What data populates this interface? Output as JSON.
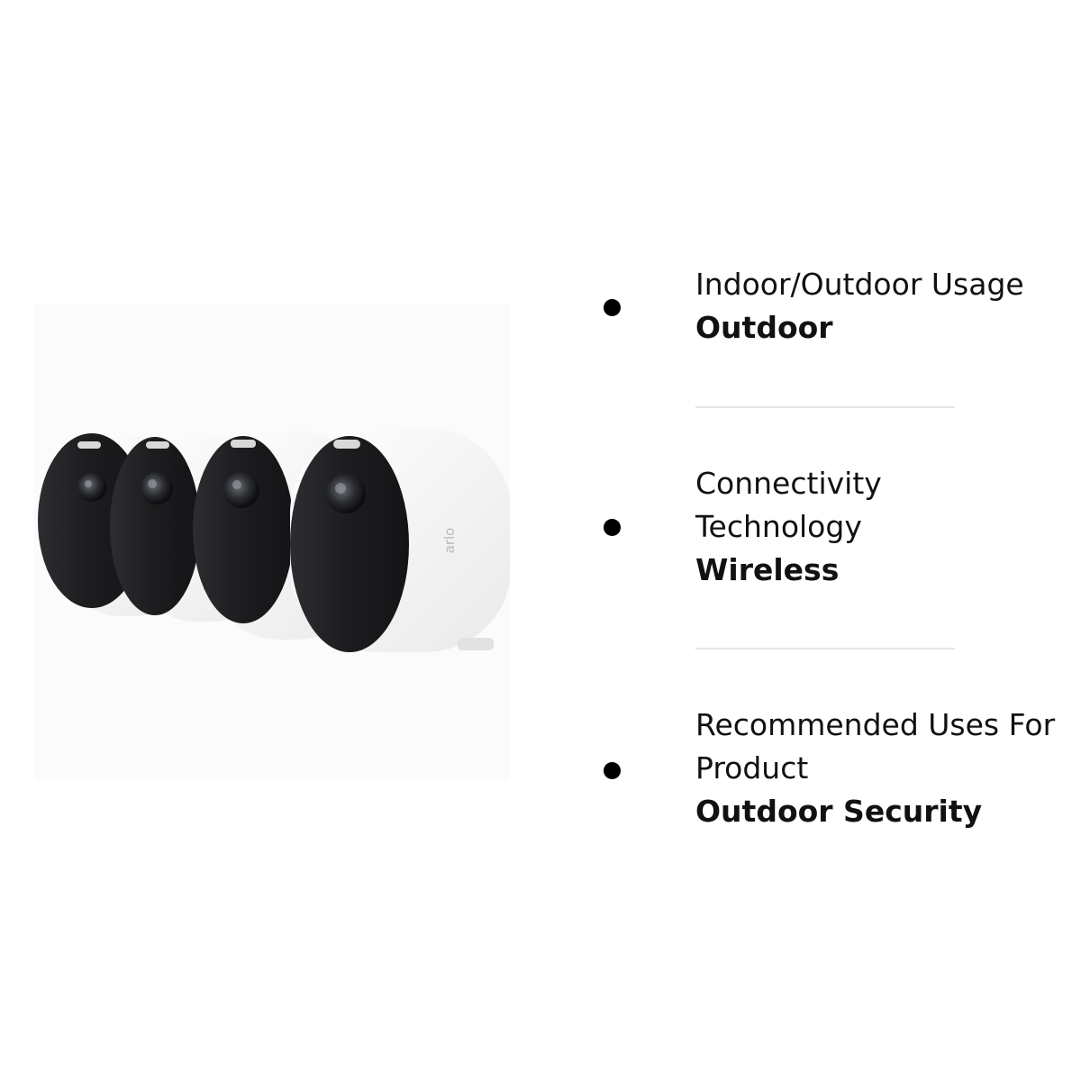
{
  "product": {
    "brand_mark": "arlo",
    "image_name": "four white security cameras"
  },
  "specs": [
    {
      "label": "Indoor/Outdoor Usage",
      "value": "Outdoor"
    },
    {
      "label": "Connectivity Technology",
      "value": "Wireless"
    },
    {
      "label": "Recommended Uses For Product",
      "value": "Outdoor Security"
    }
  ],
  "colors": {
    "camera_body": "#ffffff",
    "camera_face": "#1f1f21",
    "bullet": "#000000",
    "divider": "#e6e6e6"
  }
}
